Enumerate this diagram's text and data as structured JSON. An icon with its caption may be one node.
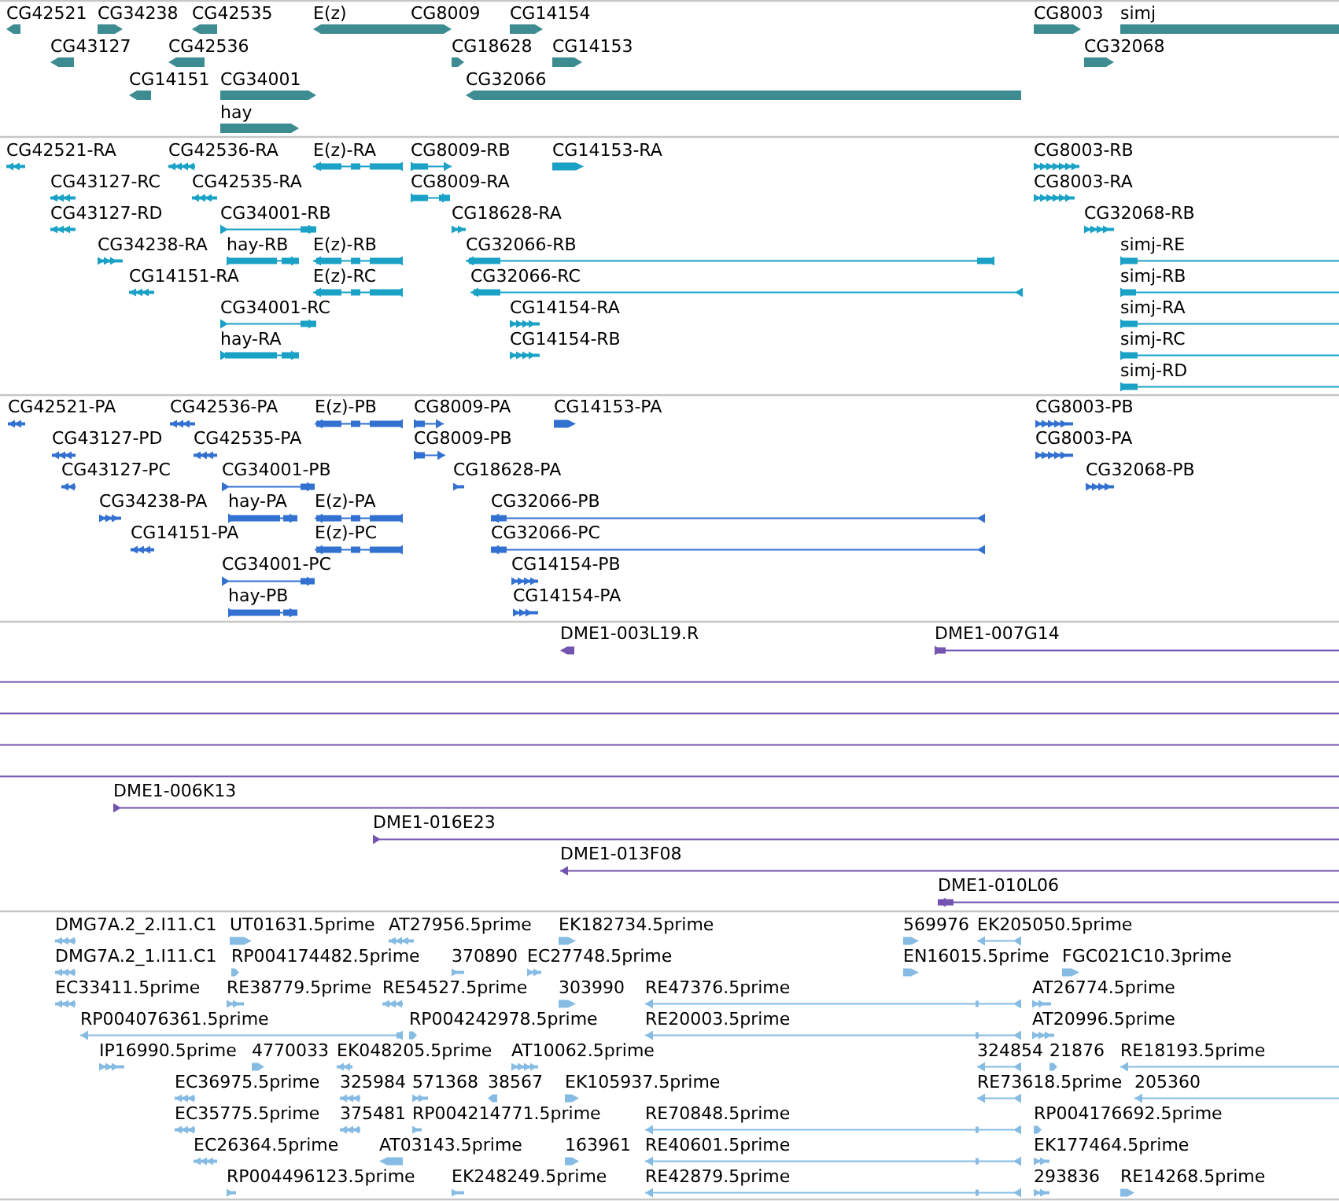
{
  "diagram": {
    "labels": [
      "CG42521",
      "CG34238",
      "CG42535",
      "E(z)",
      "CG8009",
      "CG14154",
      "CG8003",
      "simj",
      "CG43127",
      "CG42536",
      "CG18628",
      "CG14153",
      "CG32068",
      "CG14151",
      "CG34001",
      "CG32066",
      "hay",
      "CG42521-RA",
      "CG42536-RA",
      "E(z)-RA",
      "CG8009-RB",
      "CG14153-RA",
      "CG8003-RB",
      "CG43127-RC",
      "CG42535-RA",
      "CG8009-RA",
      "CG8003-RA",
      "CG43127-RD",
      "CG34001-RB",
      "CG18628-RA",
      "CG32068-RB",
      "CG34238-RA",
      "hay-RB",
      "E(z)-RB",
      "CG32066-RB",
      "simj-RE",
      "CG14151-RA",
      "E(z)-RC",
      "CG32066-RC",
      "simj-RB",
      "CG34001-RC",
      "CG14154-RA",
      "simj-RA",
      "hay-RA",
      "CG14154-RB",
      "simj-RC",
      "simj-RD",
      "CG42521-PA",
      "CG42536-PA",
      "E(z)-PB",
      "CG8009-PA",
      "CG14153-PA",
      "CG8003-PB",
      "CG43127-PD",
      "CG42535-PA",
      "CG8009-PB",
      "CG8003-PA",
      "CG43127-PC",
      "CG34001-PB",
      "CG18628-PA",
      "CG32068-PB",
      "CG34238-PA",
      "hay-PA",
      "E(z)-PA",
      "CG32066-PB",
      "CG14151-PA",
      "E(z)-PC",
      "CG32066-PC",
      "CG34001-PC",
      "CG14154-PB",
      "hay-PB",
      "CG14154-PA",
      "DME1-003L19.R",
      "DME1-007G14",
      "DME1-006K13",
      "DME1-016E23",
      "DME1-013F08",
      "DME1-010L06",
      "DMG7A.2_2.I11.C1",
      "UT01631.5prime",
      "AT27956.5prime",
      "EK182734.5prime",
      "569976",
      "EK205050.5prime",
      "DMG7A.2_1.I11.C1",
      "RP004174482.5prime",
      "370890",
      "EC27748.5prime",
      "EN16015.5prime",
      "FGC021C10.3prime",
      "EC33411.5prime",
      "RE38779.5prime",
      "RE54527.5prime",
      "303990",
      "RE47376.5prime",
      "AT26774.5prime",
      "RP004076361.5prime",
      "RP004242978.5prime",
      "RE20003.5prime",
      "AT20996.5prime",
      "IP16990.5prime",
      "4770033",
      "EK048205.5prime",
      "AT10062.5prime",
      "324854",
      "21876",
      "RE18193.5prime",
      "EC36975.5prime",
      "325984",
      "571368",
      "38567",
      "EK105937.5prime",
      "RE73618.5prime",
      "205360",
      "EC35775.5prime",
      "375481",
      "RP004214771.5prime",
      "RE70848.5prime",
      "RP004176692.5prime",
      "EC26364.5prime",
      "AT03143.5prime",
      "163961",
      "RE40601.5prime",
      "EK177464.5prime",
      "RP004496123.5prime",
      "EK248249.5prime",
      "RE42879.5prime",
      "293836",
      "RE14268.5prime"
    ]
  }
}
